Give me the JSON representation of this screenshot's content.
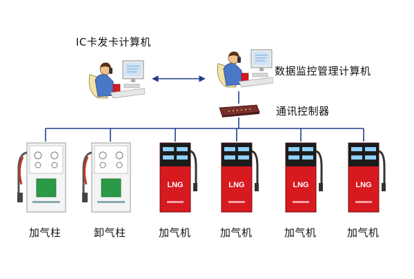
{
  "colors": {
    "line": "#1f3c8a",
    "lng_body": "#d71920",
    "lng_top": "#1c1c1c",
    "white_pump_panel": "#2b9a46",
    "hose_red": "#c0392b"
  },
  "nodes": {
    "ic_card_pc": {
      "label": "IC卡发卡计算机",
      "icon": "operator-at-computer-icon"
    },
    "monitor_pc": {
      "label": "数据监控管理计算机",
      "icon": "operator-at-computer-icon"
    },
    "comm_controller": {
      "label": "通讯控制器",
      "icon": "network-switch-icon"
    }
  },
  "devices": [
    {
      "label": "加气柱",
      "type": "white-dispenser"
    },
    {
      "label": "卸气柱",
      "type": "white-dispenser"
    },
    {
      "label": "加气机",
      "type": "lng-dispenser",
      "badge": "LNG"
    },
    {
      "label": "加气机",
      "type": "lng-dispenser",
      "badge": "LNG"
    },
    {
      "label": "加气机",
      "type": "lng-dispenser",
      "badge": "LNG"
    },
    {
      "label": "加气机",
      "type": "lng-dispenser",
      "badge": "LNG"
    }
  ]
}
